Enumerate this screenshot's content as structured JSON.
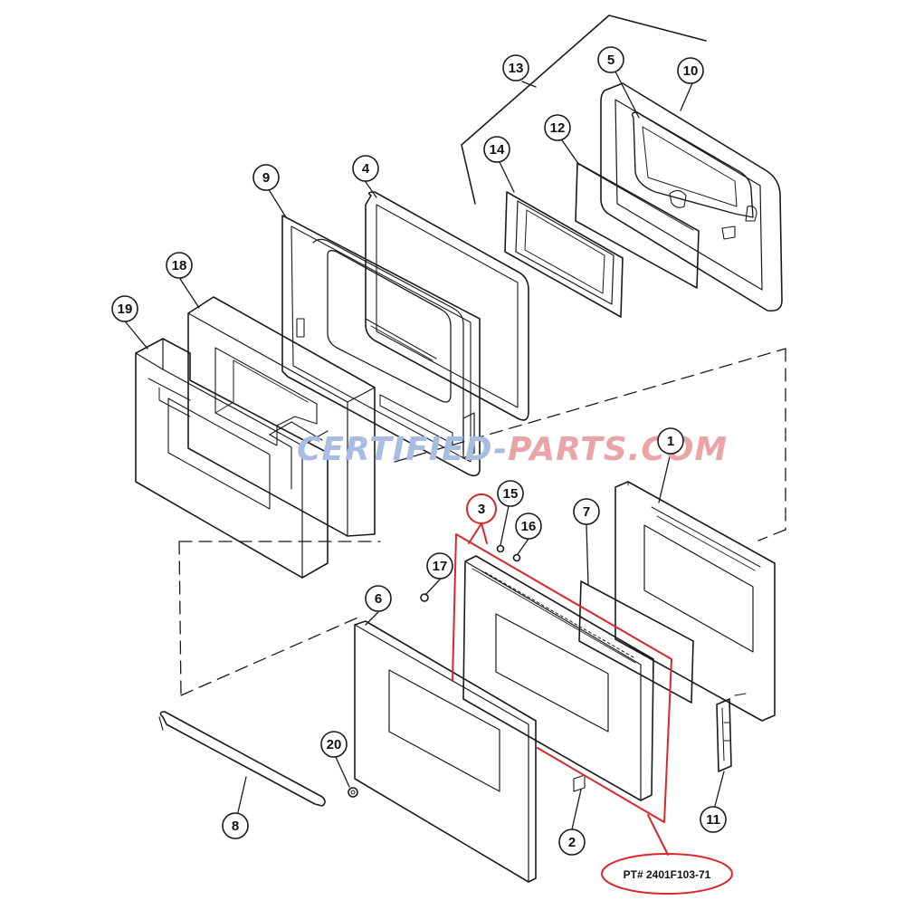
{
  "diagram": {
    "callouts": [
      {
        "id": "c1",
        "num": "1"
      },
      {
        "id": "c2",
        "num": "2"
      },
      {
        "id": "c3",
        "num": "3"
      },
      {
        "id": "c4",
        "num": "4"
      },
      {
        "id": "c5",
        "num": "5"
      },
      {
        "id": "c6",
        "num": "6"
      },
      {
        "id": "c7",
        "num": "7"
      },
      {
        "id": "c8",
        "num": "8"
      },
      {
        "id": "c9",
        "num": "9"
      },
      {
        "id": "c10",
        "num": "10"
      },
      {
        "id": "c11",
        "num": "11"
      },
      {
        "id": "c12",
        "num": "12"
      },
      {
        "id": "c13",
        "num": "13"
      },
      {
        "id": "c14",
        "num": "14"
      },
      {
        "id": "c15",
        "num": "15"
      },
      {
        "id": "c16",
        "num": "16"
      },
      {
        "id": "c17",
        "num": "17"
      },
      {
        "id": "c18",
        "num": "18"
      },
      {
        "id": "c19",
        "num": "19"
      },
      {
        "id": "c20",
        "num": "20"
      }
    ],
    "highlighted_callout": "3",
    "part_label": "PT# 2401F103-71",
    "watermark": {
      "part1": "CERTIFIED-",
      "part2": "PARTS.COM"
    },
    "colors": {
      "line": "#1a1a1a",
      "highlight": "#d8282b",
      "watermark_blue": "#a9bde3",
      "watermark_red": "#eaa3a6"
    }
  }
}
